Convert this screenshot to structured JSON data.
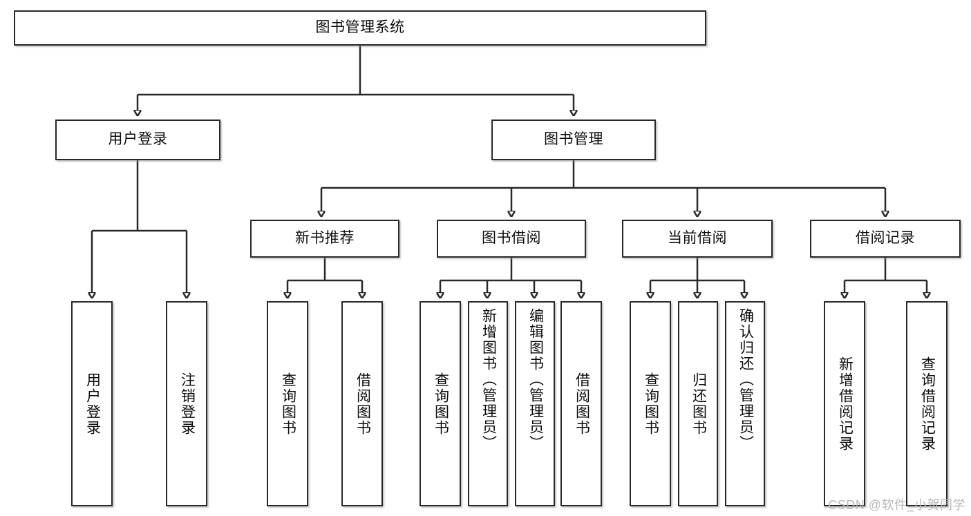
{
  "diagram": {
    "type": "tree",
    "title": "图书管理系统",
    "watermark": "CSDN @软件_小贺同学",
    "colors": {
      "stroke": "#28282b",
      "fill": "#ffffff",
      "text": "#0d0d0d",
      "watermark": "#b9b9b9"
    },
    "root": {
      "label": "图书管理系统"
    },
    "level2": [
      {
        "label": "用户登录"
      },
      {
        "label": "图书管理"
      }
    ],
    "level3": [
      {
        "label": "新书推荐"
      },
      {
        "label": "图书借阅"
      },
      {
        "label": "当前借阅"
      },
      {
        "label": "借阅记录"
      }
    ],
    "leaves": {
      "user_login": [
        {
          "label": "用户登录"
        },
        {
          "label": "注销登录"
        }
      ],
      "new_book_recommend": [
        {
          "label": "查询图书"
        },
        {
          "label": "借阅图书"
        }
      ],
      "book_borrow": [
        {
          "label": "查询图书"
        },
        {
          "label": "新增图书（管理员）"
        },
        {
          "label": "编辑图书（管理员）"
        },
        {
          "label": "借阅图书"
        }
      ],
      "current_borrow": [
        {
          "label": "查询图书"
        },
        {
          "label": "归还图书"
        },
        {
          "label": "确认归还（管理员）"
        }
      ],
      "borrow_record": [
        {
          "label": "新增借阅记录"
        },
        {
          "label": "查询借阅记录"
        }
      ]
    }
  }
}
